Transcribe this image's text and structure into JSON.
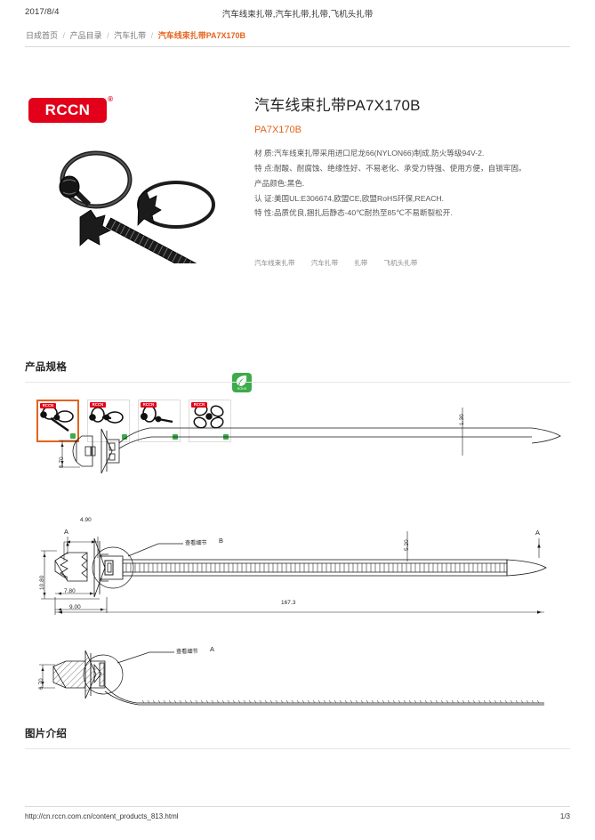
{
  "print_header": {
    "date": "2017/8/4",
    "page_title": "汽车线束扎带,汽车扎带,扎带,飞机头扎带"
  },
  "breadcrumb": {
    "items": [
      {
        "label": "日成首页",
        "current": false
      },
      {
        "label": "产品目录",
        "current": false
      },
      {
        "label": "汽车扎带",
        "current": false
      },
      {
        "label": "汽车线束扎带PA7X170B",
        "current": true
      }
    ],
    "separator": "/"
  },
  "brand": {
    "logo_text": "RCCN",
    "registered_mark": "®",
    "logo_color": "#e2001a"
  },
  "product": {
    "title": "汽车线束扎带PA7X170B",
    "code": "PA7X170B",
    "code_color": "#e4631b",
    "specs": [
      "材  质:汽车线束扎带采用进口尼龙66(NYLON66)制成,防火等级94V-2.",
      "特  点:耐酸、耐腐蚀、绝缘性好、不易老化、承受力特强、使用方便，自锁牢固。",
      "产品颜色:黑色.",
      "认  证:美国UL:E306674,欧盟CE,欧盟RoHS环保,REACH.",
      "特  性:品质优良,捆扎后静态-40℃耐热至85℃不易断裂松开."
    ],
    "tags": [
      "汽车线束扎带",
      "汽车扎带",
      "扎带",
      "飞机头扎带"
    ],
    "eco_badge": {
      "name": "rohs-leaf-icon",
      "label": "ROHS",
      "color": "#3cab4a"
    },
    "thumbnails": [
      {
        "name": "thumbnail-1",
        "selected": true,
        "badge": "RCCN"
      },
      {
        "name": "thumbnail-2",
        "selected": false,
        "badge": "RCCN"
      },
      {
        "name": "thumbnail-3",
        "selected": false,
        "badge": "RCCN"
      },
      {
        "name": "thumbnail-4",
        "selected": false,
        "badge": "RCCN"
      }
    ],
    "selected_border_color": "#e4631b"
  },
  "sections": {
    "specs_heading": "产品规格",
    "gallery_heading": "图片介绍"
  },
  "drawings": {
    "top": {
      "dims": [
        {
          "name": "dim-head-height",
          "value": "6.70"
        },
        {
          "name": "dim-strap-thickness",
          "value": "1.30"
        }
      ]
    },
    "middle": {
      "dims": [
        {
          "name": "dim-head-width",
          "value": "4.90"
        },
        {
          "name": "dim-head-diameter",
          "value": "10.80"
        },
        {
          "name": "dim-base-width",
          "value": "7.80"
        },
        {
          "name": "dim-flange-width",
          "value": "9.00"
        },
        {
          "name": "dim-strap-width",
          "value": "5.20"
        },
        {
          "name": "dim-total-length",
          "value": "167.3"
        }
      ],
      "annotation": "查看细节",
      "detail_label": "B",
      "section_mark_left": "A",
      "section_mark_right": "A"
    },
    "bottom": {
      "dims": [
        {
          "name": "dim-section-height",
          "value": "6.70"
        }
      ],
      "annotation": "查看细节",
      "detail_label": "A"
    }
  },
  "footer": {
    "url": "http://cn.rccn.com.cn/content_products_813.html",
    "page": "1/3"
  }
}
